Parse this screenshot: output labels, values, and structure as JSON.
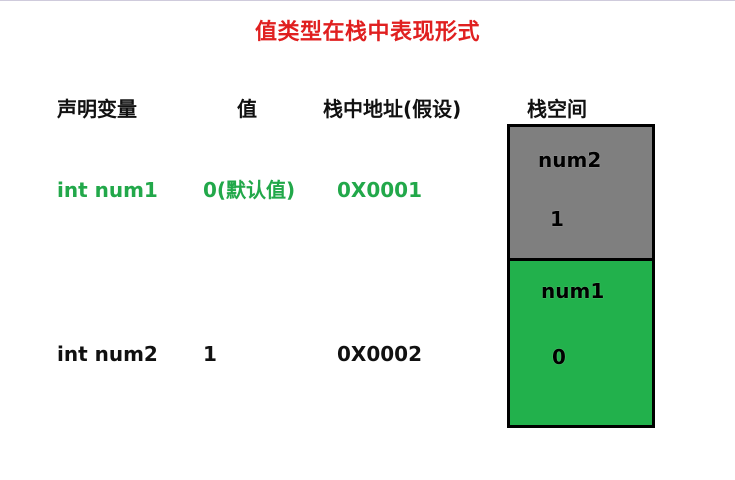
{
  "title": "值类型在栈中表现形式",
  "headers": {
    "declaration": "声明变量",
    "value": "值",
    "address": "栈中地址(假设)",
    "stack_space": "栈空间"
  },
  "rows": [
    {
      "declaration": "int num1",
      "value": "0(默认值)",
      "address": "0X0001",
      "color": "#22a84a"
    },
    {
      "declaration": "int num2",
      "value": "1",
      "address": "0X0002",
      "color": "#111111"
    }
  ],
  "stack": {
    "slots": [
      {
        "name": "num2",
        "value": "1",
        "color": "#7f7f7f"
      },
      {
        "name": "num1",
        "value": "0",
        "color": "#22b14c"
      }
    ]
  },
  "colors": {
    "title": "#e02020",
    "highlight": "#22a84a",
    "text": "#111111",
    "stack_border": "#000000"
  }
}
